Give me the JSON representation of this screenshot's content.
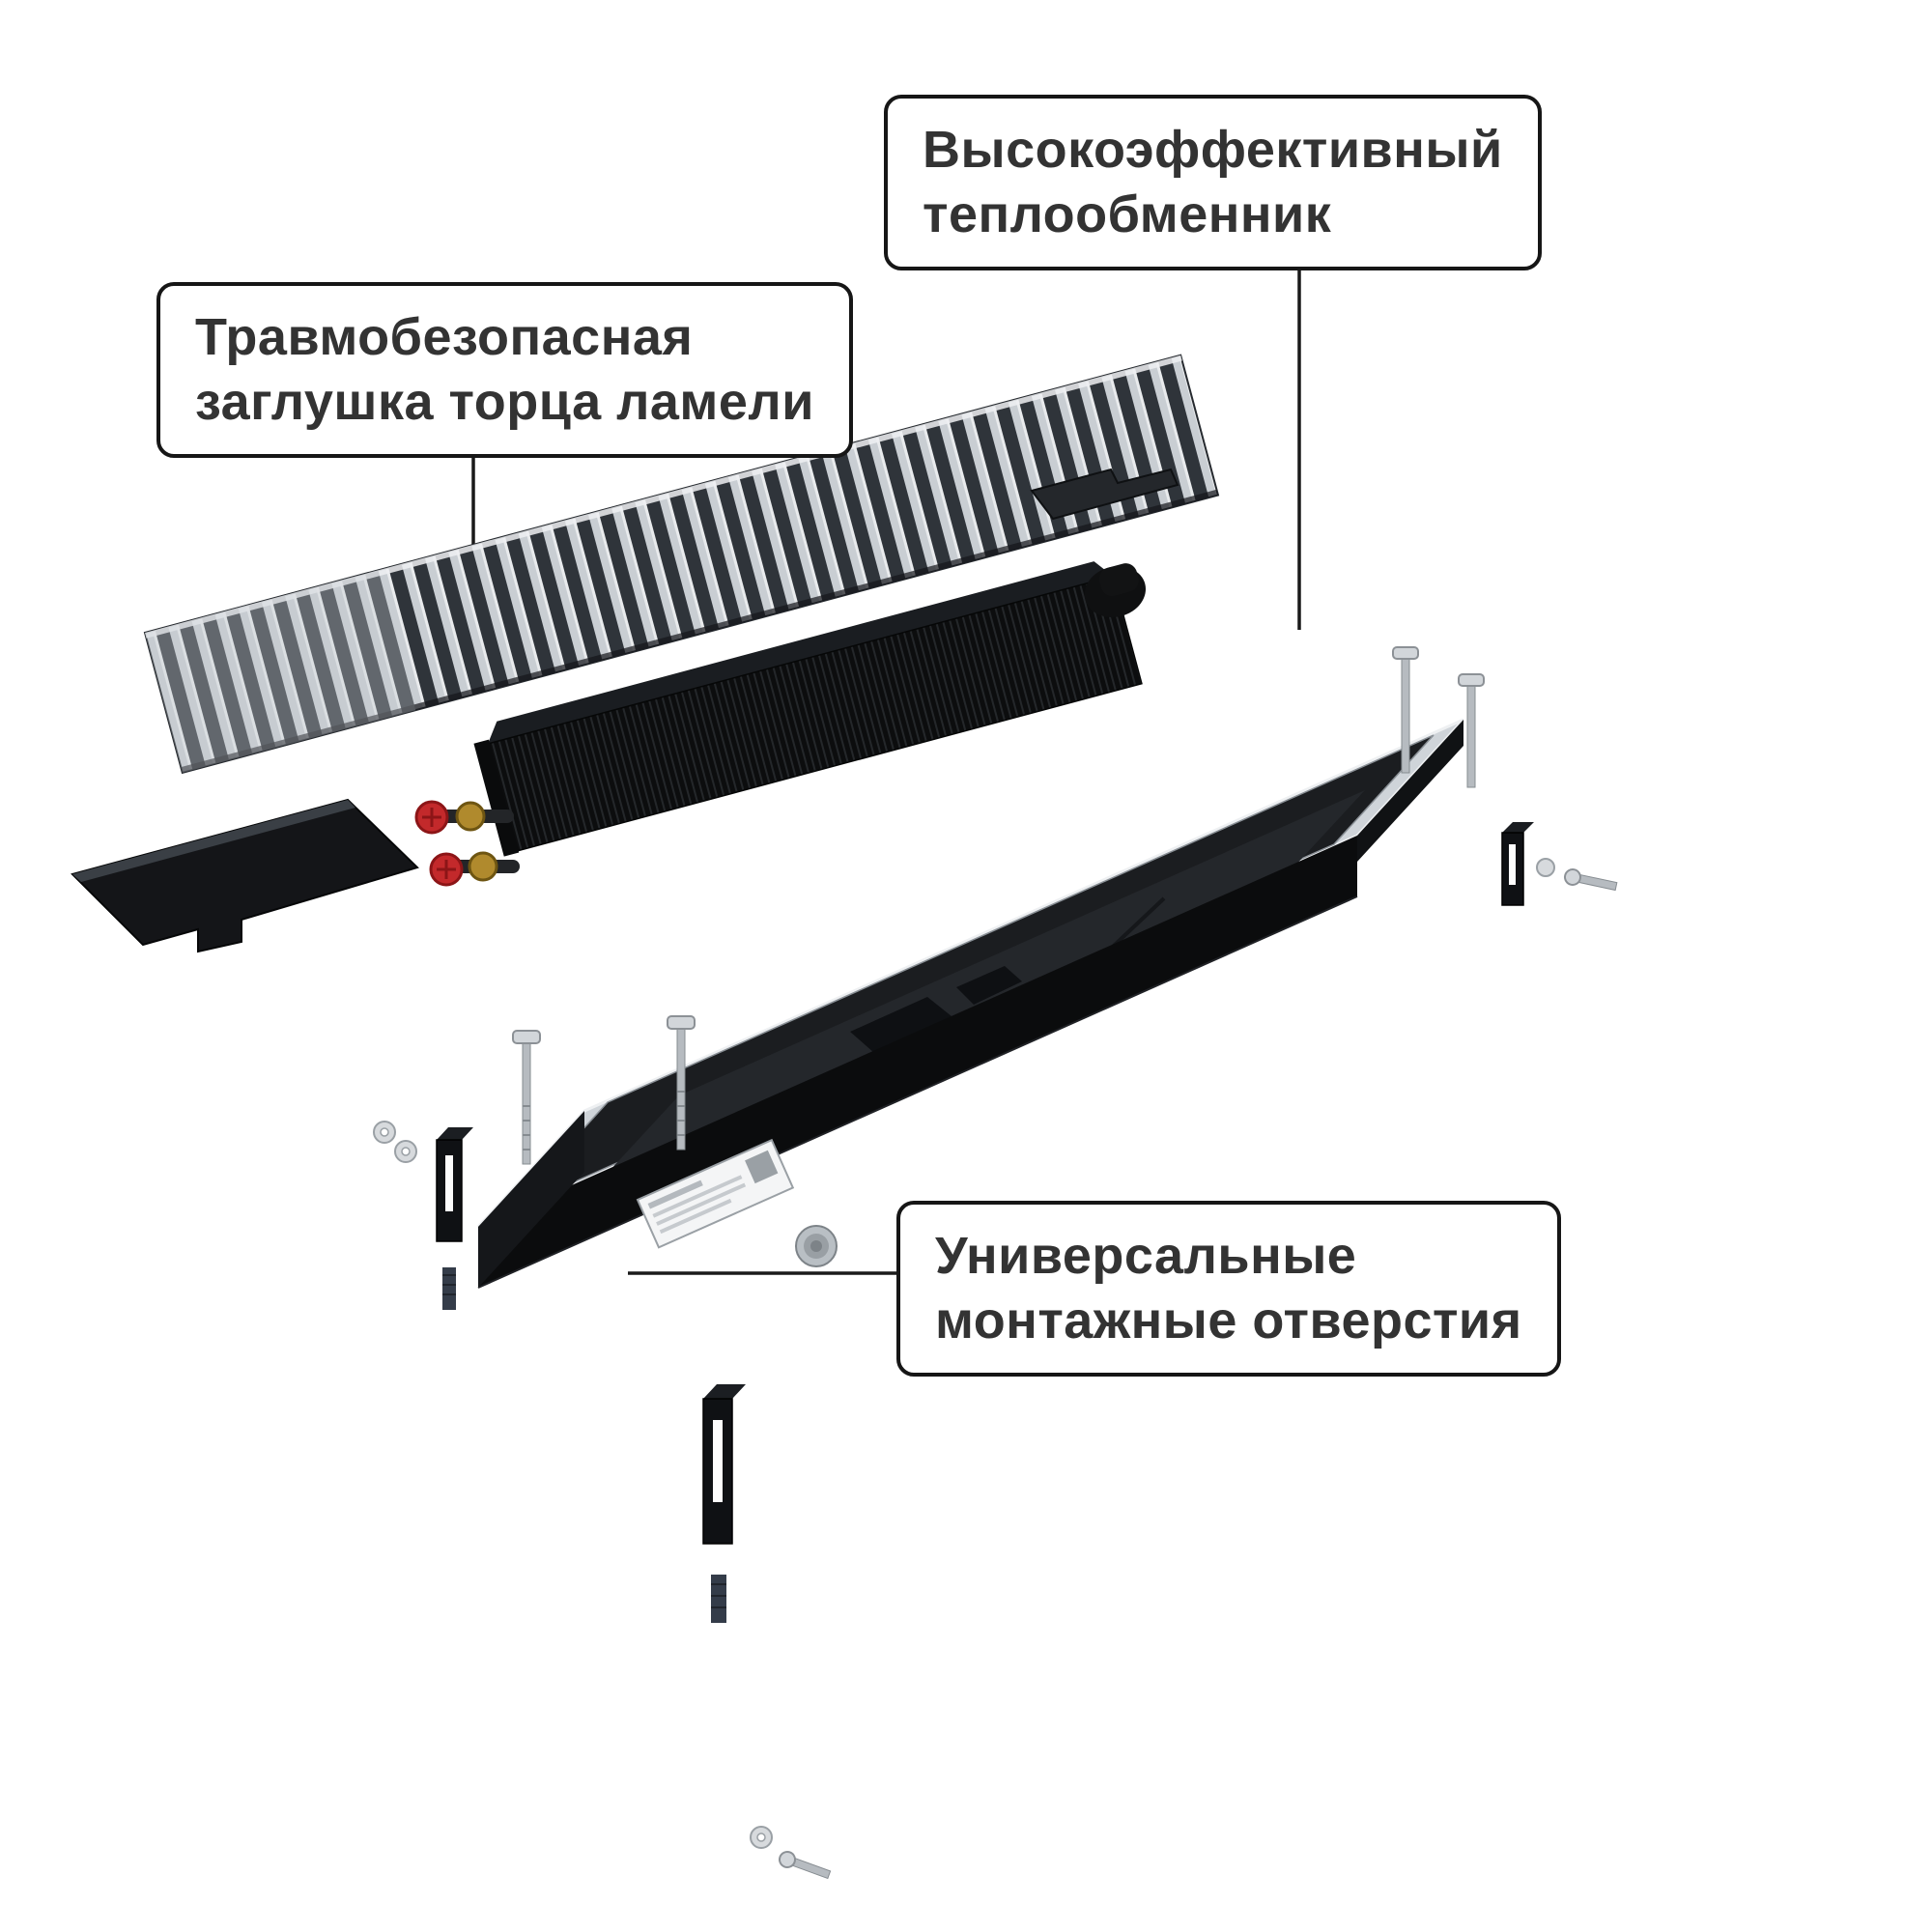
{
  "callouts": {
    "heat_exchanger": {
      "line1": "Высокоэффективный",
      "line2": "теплообменник"
    },
    "lamella_cap": {
      "line1": "Травмобезопасная",
      "line2": "заглушка торца ламели"
    },
    "mounting_holes": {
      "line1": "Универсальные",
      "line2": "монтажные отверстия"
    }
  },
  "colors": {
    "line": "#1a1a1a",
    "text": "#333333",
    "border": "#161616",
    "background": "#ffffff",
    "grille_slat": "#2f343a",
    "grille_gap": "#c9ced3",
    "metal_silver": "#cfd4d9",
    "dark_body": "#141619",
    "tray_interior": "#1b1d20",
    "tray_floor": "#24272b",
    "tray_front_wall": "#0b0c0d",
    "red_cap": "#c3292b",
    "brass": "#b08a2d"
  }
}
